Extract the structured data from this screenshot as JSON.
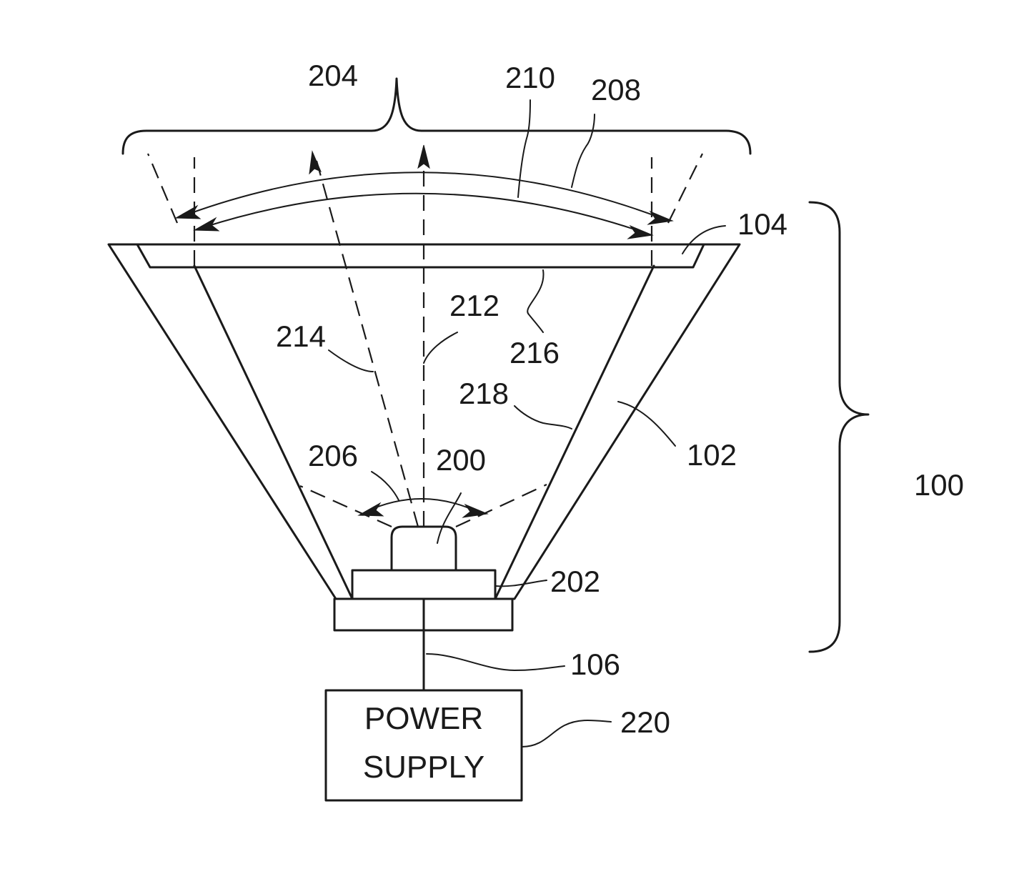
{
  "labels": {
    "ref_100": "100",
    "ref_102": "102",
    "ref_104": "104",
    "ref_106": "106",
    "ref_200": "200",
    "ref_202": "202",
    "ref_204": "204",
    "ref_206": "206",
    "ref_208": "208",
    "ref_210": "210",
    "ref_212": "212",
    "ref_214": "214",
    "ref_216": "216",
    "ref_218": "218",
    "ref_220": "220"
  },
  "power_supply": {
    "line1": "POWER",
    "line2": "SUPPLY"
  }
}
